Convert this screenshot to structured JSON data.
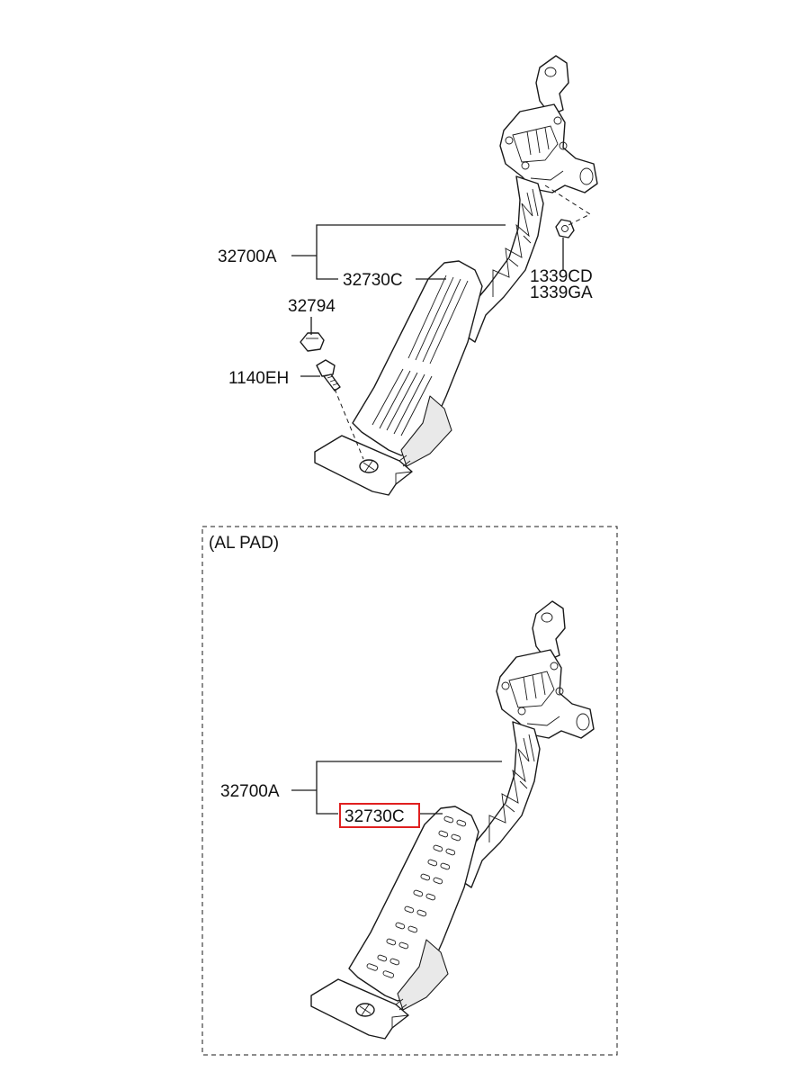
{
  "diagram": {
    "top_assembly": {
      "labels": {
        "pedal_assembly": "32700A",
        "pad": "32730C",
        "stopper": "32794",
        "bolt": "1140EH",
        "nut_1": "1339CD",
        "nut_2": "1339GA"
      }
    },
    "variant_box": {
      "title": "(AL PAD)",
      "labels": {
        "pedal_assembly": "32700A",
        "pad": "32730C"
      },
      "highlighted_part": "32730C",
      "highlight_color": "#e02020"
    }
  }
}
